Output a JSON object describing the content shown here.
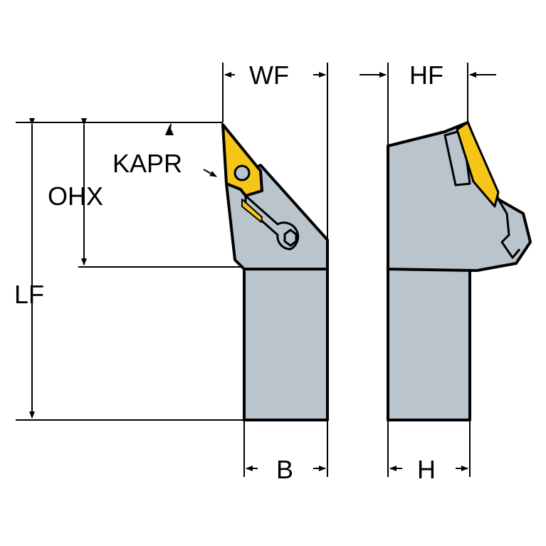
{
  "labels": {
    "wf": "WF",
    "hf": "HF",
    "kapr": "KAPR",
    "ohx": "OHX",
    "lf": "LF",
    "b": "B",
    "h": "H"
  },
  "colors": {
    "body": "#b9c4cc",
    "insert": "#f5c518",
    "line": "#000000"
  }
}
